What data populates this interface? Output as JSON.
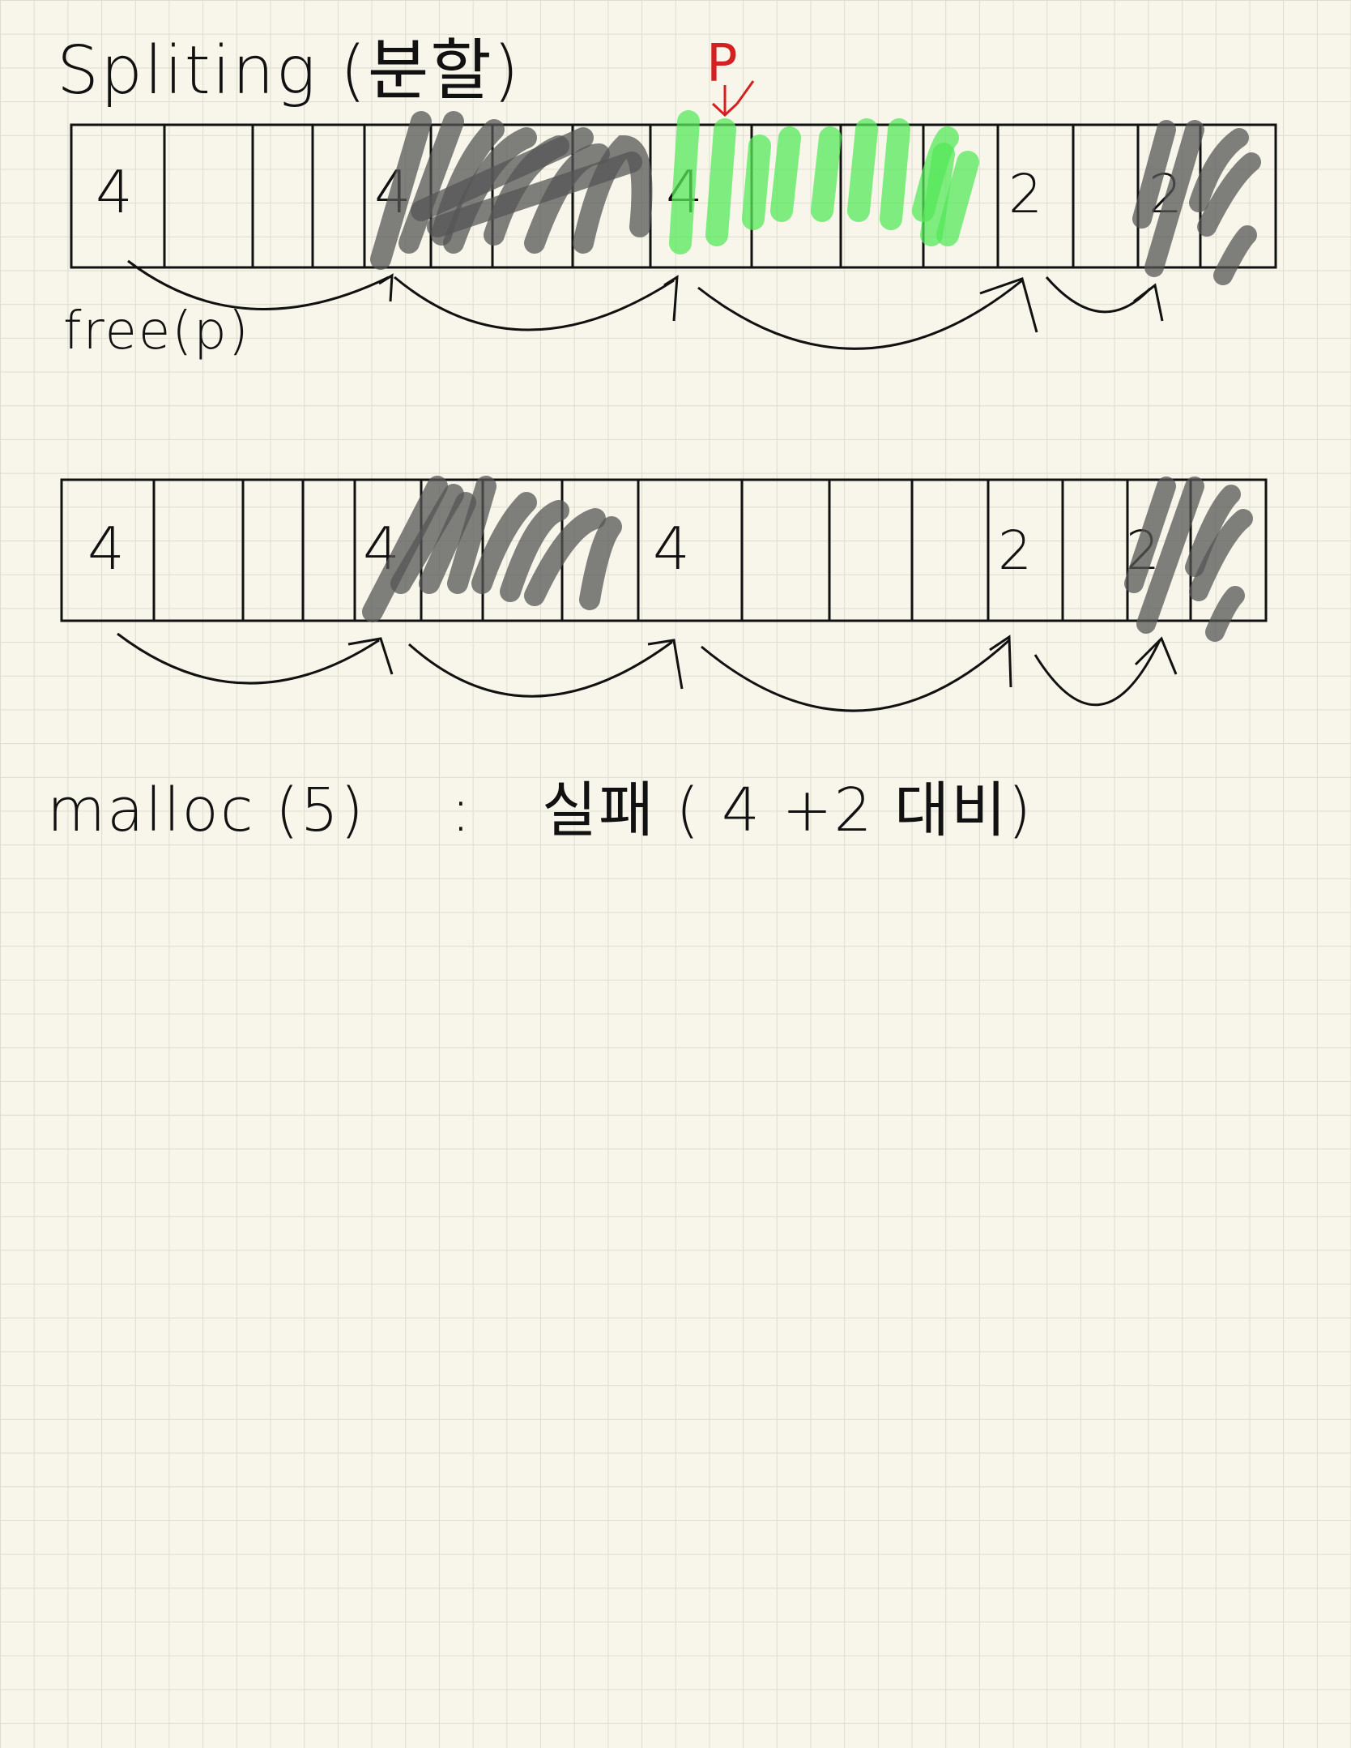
{
  "title": "Spliting (분할)",
  "pointer_label": "P",
  "diagrams": [
    {
      "caption": "free(p)",
      "cells": [
        "4",
        "",
        "",
        "",
        "4",
        "",
        "",
        "",
        "4",
        "",
        "",
        "",
        "2",
        "",
        "2",
        ""
      ]
    },
    {
      "caption": "",
      "cells": [
        "4",
        "",
        "",
        "",
        "4",
        "",
        "",
        "",
        "4",
        "",
        "",
        "",
        "2",
        "",
        "2",
        ""
      ]
    }
  ],
  "result": {
    "expression": "malloc (5)",
    "separator": ":",
    "outcome": "실패 ( 4 +2 대비)"
  },
  "colors": {
    "paper": "#f8f6ea",
    "grid": "#dedcce",
    "ink": "#111111",
    "allocated_scribble": "#555555",
    "freed_highlight": "#55e85a",
    "pointer": "#d42020"
  }
}
